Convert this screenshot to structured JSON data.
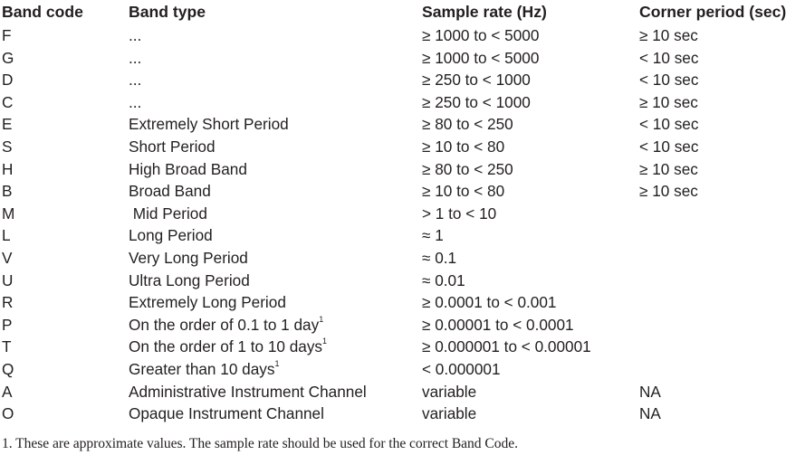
{
  "table": {
    "headers": [
      "Band code",
      "Band type",
      "Sample rate (Hz)",
      "Corner period (sec)"
    ],
    "rows": [
      {
        "code": "F",
        "type": "...",
        "type_sup": "",
        "rate": "≥ 1000 to < 5000",
        "corner": "≥ 10 sec"
      },
      {
        "code": "G",
        "type": "...",
        "type_sup": "",
        "rate": "≥ 1000 to < 5000",
        "corner": "< 10 sec"
      },
      {
        "code": "D",
        "type": "...",
        "type_sup": "",
        "rate": "≥ 250 to < 1000",
        "corner": "< 10 sec"
      },
      {
        "code": "C",
        "type": "...",
        "type_sup": "",
        "rate": "≥ 250 to < 1000",
        "corner": "≥ 10 sec"
      },
      {
        "code": "E",
        "type": "Extremely Short Period",
        "type_sup": "",
        "rate": "≥ 80 to < 250",
        "corner": "< 10 sec"
      },
      {
        "code": "S",
        "type": "Short Period",
        "type_sup": "",
        "rate": "≥ 10 to < 80",
        "corner": "< 10 sec"
      },
      {
        "code": "H",
        "type": "High Broad Band",
        "type_sup": "",
        "rate": "≥ 80 to < 250",
        "corner": "≥ 10 sec"
      },
      {
        "code": "B",
        "type": "Broad Band",
        "type_sup": "",
        "rate": "≥ 10 to < 80",
        "corner": "≥ 10 sec"
      },
      {
        "code": "M",
        "type": " Mid Period",
        "type_sup": "",
        "rate": "> 1 to < 10",
        "corner": ""
      },
      {
        "code": "L",
        "type": "Long Period",
        "type_sup": "",
        "rate": "≈ 1",
        "corner": ""
      },
      {
        "code": "V",
        "type": "Very Long Period",
        "type_sup": "",
        "rate": "≈ 0.1",
        "corner": ""
      },
      {
        "code": "U",
        "type": "Ultra Long Period",
        "type_sup": "",
        "rate": "≈ 0.01",
        "corner": ""
      },
      {
        "code": "R",
        "type": "Extremely Long Period",
        "type_sup": "",
        "rate": "≥ 0.0001 to < 0.001",
        "corner": ""
      },
      {
        "code": "P",
        "type": "On the order of 0.1 to 1 day",
        "type_sup": "1",
        "rate": "≥ 0.00001 to < 0.0001",
        "corner": ""
      },
      {
        "code": "T",
        "type": "On the order of 1 to 10 days",
        "type_sup": "1",
        "rate": "≥ 0.000001 to < 0.00001",
        "corner": ""
      },
      {
        "code": "Q",
        "type": "Greater than 10 days",
        "type_sup": "1",
        "rate": "< 0.000001",
        "corner": ""
      },
      {
        "code": "A",
        "type": "Administrative Instrument Channel",
        "type_sup": "",
        "rate": "variable",
        "corner": "NA"
      },
      {
        "code": "O",
        "type": "Opaque Instrument Channel",
        "type_sup": "",
        "rate": "variable",
        "corner": "NA"
      }
    ]
  },
  "footnote": "1. These are approximate values. The sample rate should be used for the correct Band Code."
}
